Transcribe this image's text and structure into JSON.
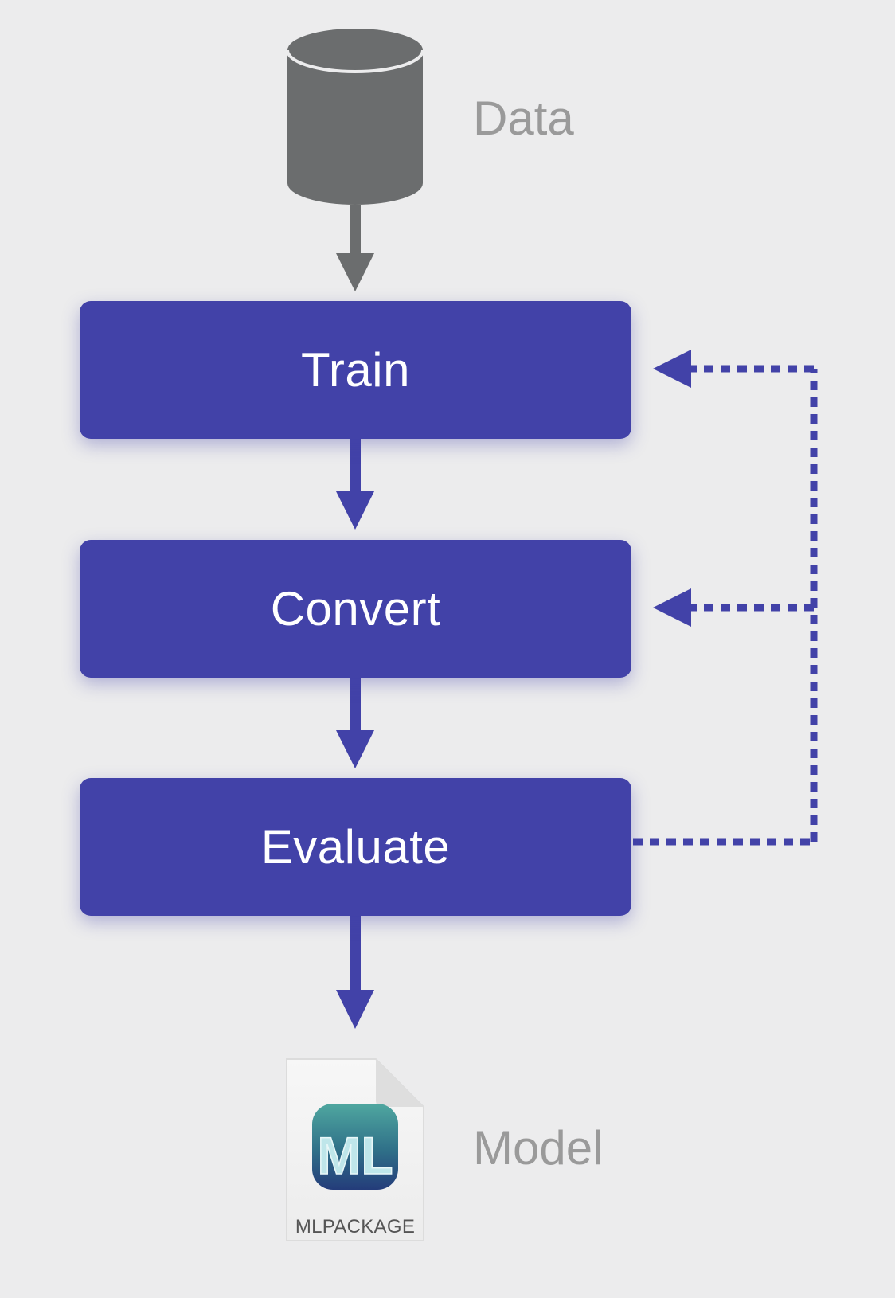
{
  "nodes": {
    "data_label": "Data",
    "train_label": "Train",
    "convert_label": "Convert",
    "evaluate_label": "Evaluate",
    "model_label": "Model",
    "package_label": "MLPACKAGE"
  },
  "icons": {
    "data": "database-cylinder-icon",
    "model": "mlpackage-file-icon",
    "model_logo_text": "ML"
  },
  "colors": {
    "step_fill": "#4242a8",
    "database_fill": "#6b6d6e",
    "label_gray": "#9a9a9a",
    "background": "#ececed"
  }
}
